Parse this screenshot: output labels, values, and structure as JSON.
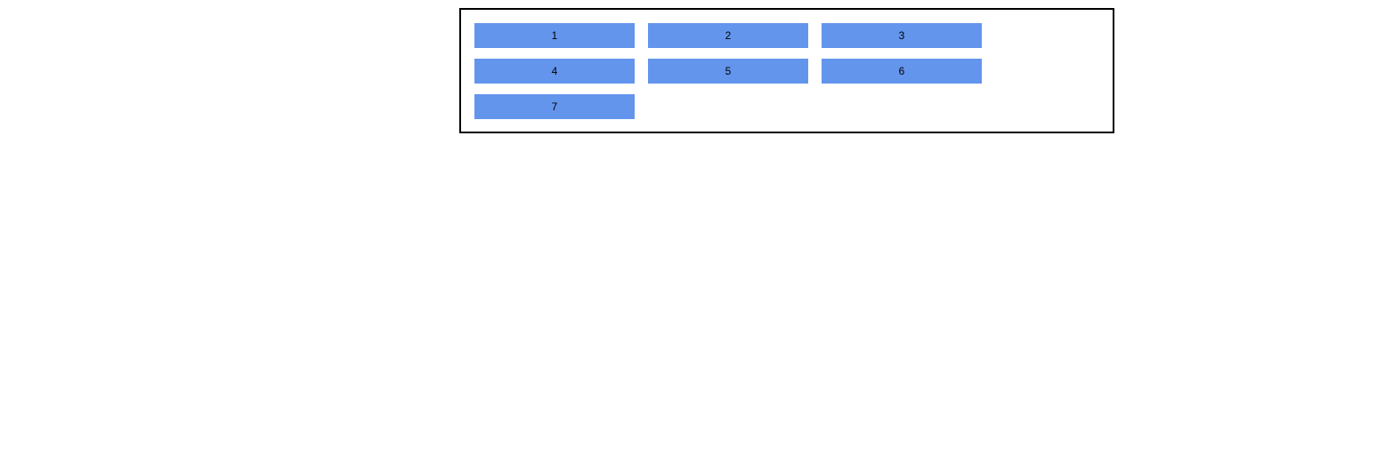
{
  "page": {
    "background": "#ffffff"
  },
  "panel": {
    "border_color": "#000000",
    "item_color": "#6495ED",
    "text_color": "#000000",
    "columns_visible": 3,
    "items": [
      {
        "label": "1"
      },
      {
        "label": "2"
      },
      {
        "label": "3"
      },
      {
        "label": "4"
      },
      {
        "label": "5"
      },
      {
        "label": "6"
      },
      {
        "label": "7"
      }
    ]
  }
}
